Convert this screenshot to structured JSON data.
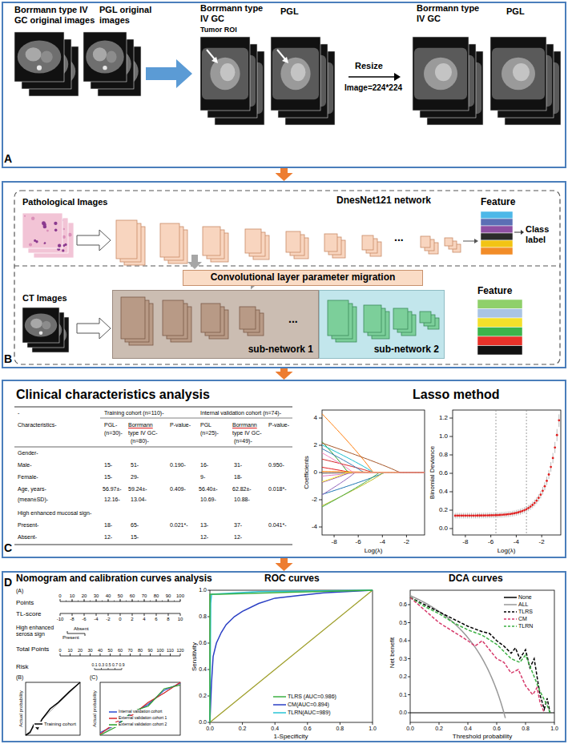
{
  "diagram": {
    "nodes": [
      {
        "text": [
          "A"
        ]
      },
      {
        "text": [
          "B"
        ]
      },
      {
        "text": [
          "Convolutional layer parameter migration"
        ],
        "in": 1
      },
      {
        "text": [
          "sub-network 1"
        ],
        "in": 1
      },
      {
        "text": [
          "sub-network 2"
        ],
        "in": 1
      },
      {
        "text": [
          "C"
        ]
      },
      {
        "text": [
          "D"
        ]
      }
    ],
    "edges": [
      {
        "from": 0,
        "to": 1,
        "arrow": "to"
      },
      {
        "from": 2,
        "to": 3,
        "arrow": "to"
      },
      {
        "from": 1,
        "to": 5,
        "arrow": "to"
      },
      {
        "from": 5,
        "to": 6,
        "arrow": "to"
      }
    ],
    "labels": [
      "Borrmann type IV GC original images",
      "PGL original images",
      "Borrmann type IV GC",
      "PGL",
      "Tumor ROI",
      "Resize",
      "Image=224*224",
      "Borrmann type IV GC",
      "PGL",
      "Pathological Images",
      "DnesNet121 network",
      "...",
      "Feature",
      "Class label",
      "CT Images",
      "...",
      "Feature",
      "Clinical characteristics analysis",
      "Lasso method",
      "-",
      "Training cohort (n=110)-",
      "Internal validation cohort (n=74)-",
      "Characteristics-",
      "PGL-",
      "Borrmann",
      "P-value-",
      "PGL",
      "Borrmann",
      "P-value-",
      "(n=30)-",
      "type IV GC-",
      "(n=25)-",
      "type IV GC-",
      "(n=80)-",
      "(n=49)-",
      "Gender-",
      "Male-",
      "15-",
      "51-",
      "0.190-",
      "16-",
      "31-",
      "0.950-",
      "Female-",
      "15-",
      "29-",
      "9-",
      "18-",
      "Age, years-",
      "56.97±-",
      "59.24±-",
      "0.409-",
      "56.40±-",
      "62.82±-",
      "0.018*-",
      "(mean±SD)-",
      "12.16-",
      "13.04-",
      "10.69-",
      "10.88-",
      "High enhanced mucosal sign-",
      "Present-",
      "18-",
      "65-",
      "0.021*-",
      "13-",
      "37-",
      "0.041*-",
      "Absent-",
      "12-",
      "15-",
      "12-",
      "12-",
      "Coefficients",
      "4",
      "2",
      "0",
      "-2",
      "-4",
      "-8",
      "-6",
      "-4",
      "-2",
      "Log(λ)",
      "0.0",
      "0.2",
      "0.4",
      "0.6",
      "0.8",
      "1.0",
      "1.2",
      "Binomial Deviance",
      "-8",
      "-6",
      "-4",
      "-2",
      "Log(λ)",
      "Nomogram and calibration curves analysis",
      "(A)",
      "Points",
      "0",
      "10",
      "20",
      "30",
      "40",
      "50",
      "60",
      "70",
      "80",
      "90",
      "100",
      "TL-score",
      "-10",
      "-8",
      "-6",
      "-4",
      "-2",
      "0",
      "2",
      "4",
      "6",
      "8",
      "10",
      "High enhanced serosa sign",
      "Absent",
      "Present",
      "Total Points",
      "0",
      "10",
      "20",
      "30",
      "40",
      "50",
      "60",
      "70",
      "80",
      "90",
      "100",
      "110",
      "120",
      "Risk",
      "0.1",
      "0.3",
      "0.5",
      "0.7",
      "0.9",
      "(B)",
      "(C)",
      "Actual probability",
      "Actual probability",
      "ROC curves",
      "Sensitivity",
      "0.0",
      "0.2",
      "0.4",
      "0.6",
      "0.8",
      "1.0",
      "0.0",
      "0.2",
      "0.4",
      "0.6",
      "0.8",
      "1.0",
      "1-Specificity",
      "DCA curves",
      "0.0",
      "0.1",
      "0.2",
      "0.3",
      "0.4",
      "0.5",
      "0.6",
      "0.0",
      "0.2",
      "0.4",
      "0.6",
      "0.8",
      "1.0",
      "Net benefit",
      "Threshold probability"
    ],
    "legend": [
      {
        "text": "Training cohort"
      },
      {
        "text": "Internal validation cohort"
      },
      {
        "text": "External validation cohort 1"
      },
      {
        "text": "External validation cohort 2"
      },
      {
        "text": "TLRS (AUC=0.986)"
      },
      {
        "text": "CM(AUC=0.894)"
      },
      {
        "text": "TLRN(AUC=989)"
      },
      {
        "text": "None"
      },
      {
        "text": "ALL"
      },
      {
        "text": "TLRS"
      },
      {
        "text": "CM"
      },
      {
        "text": "TLRN"
      }
    ]
  }
}
